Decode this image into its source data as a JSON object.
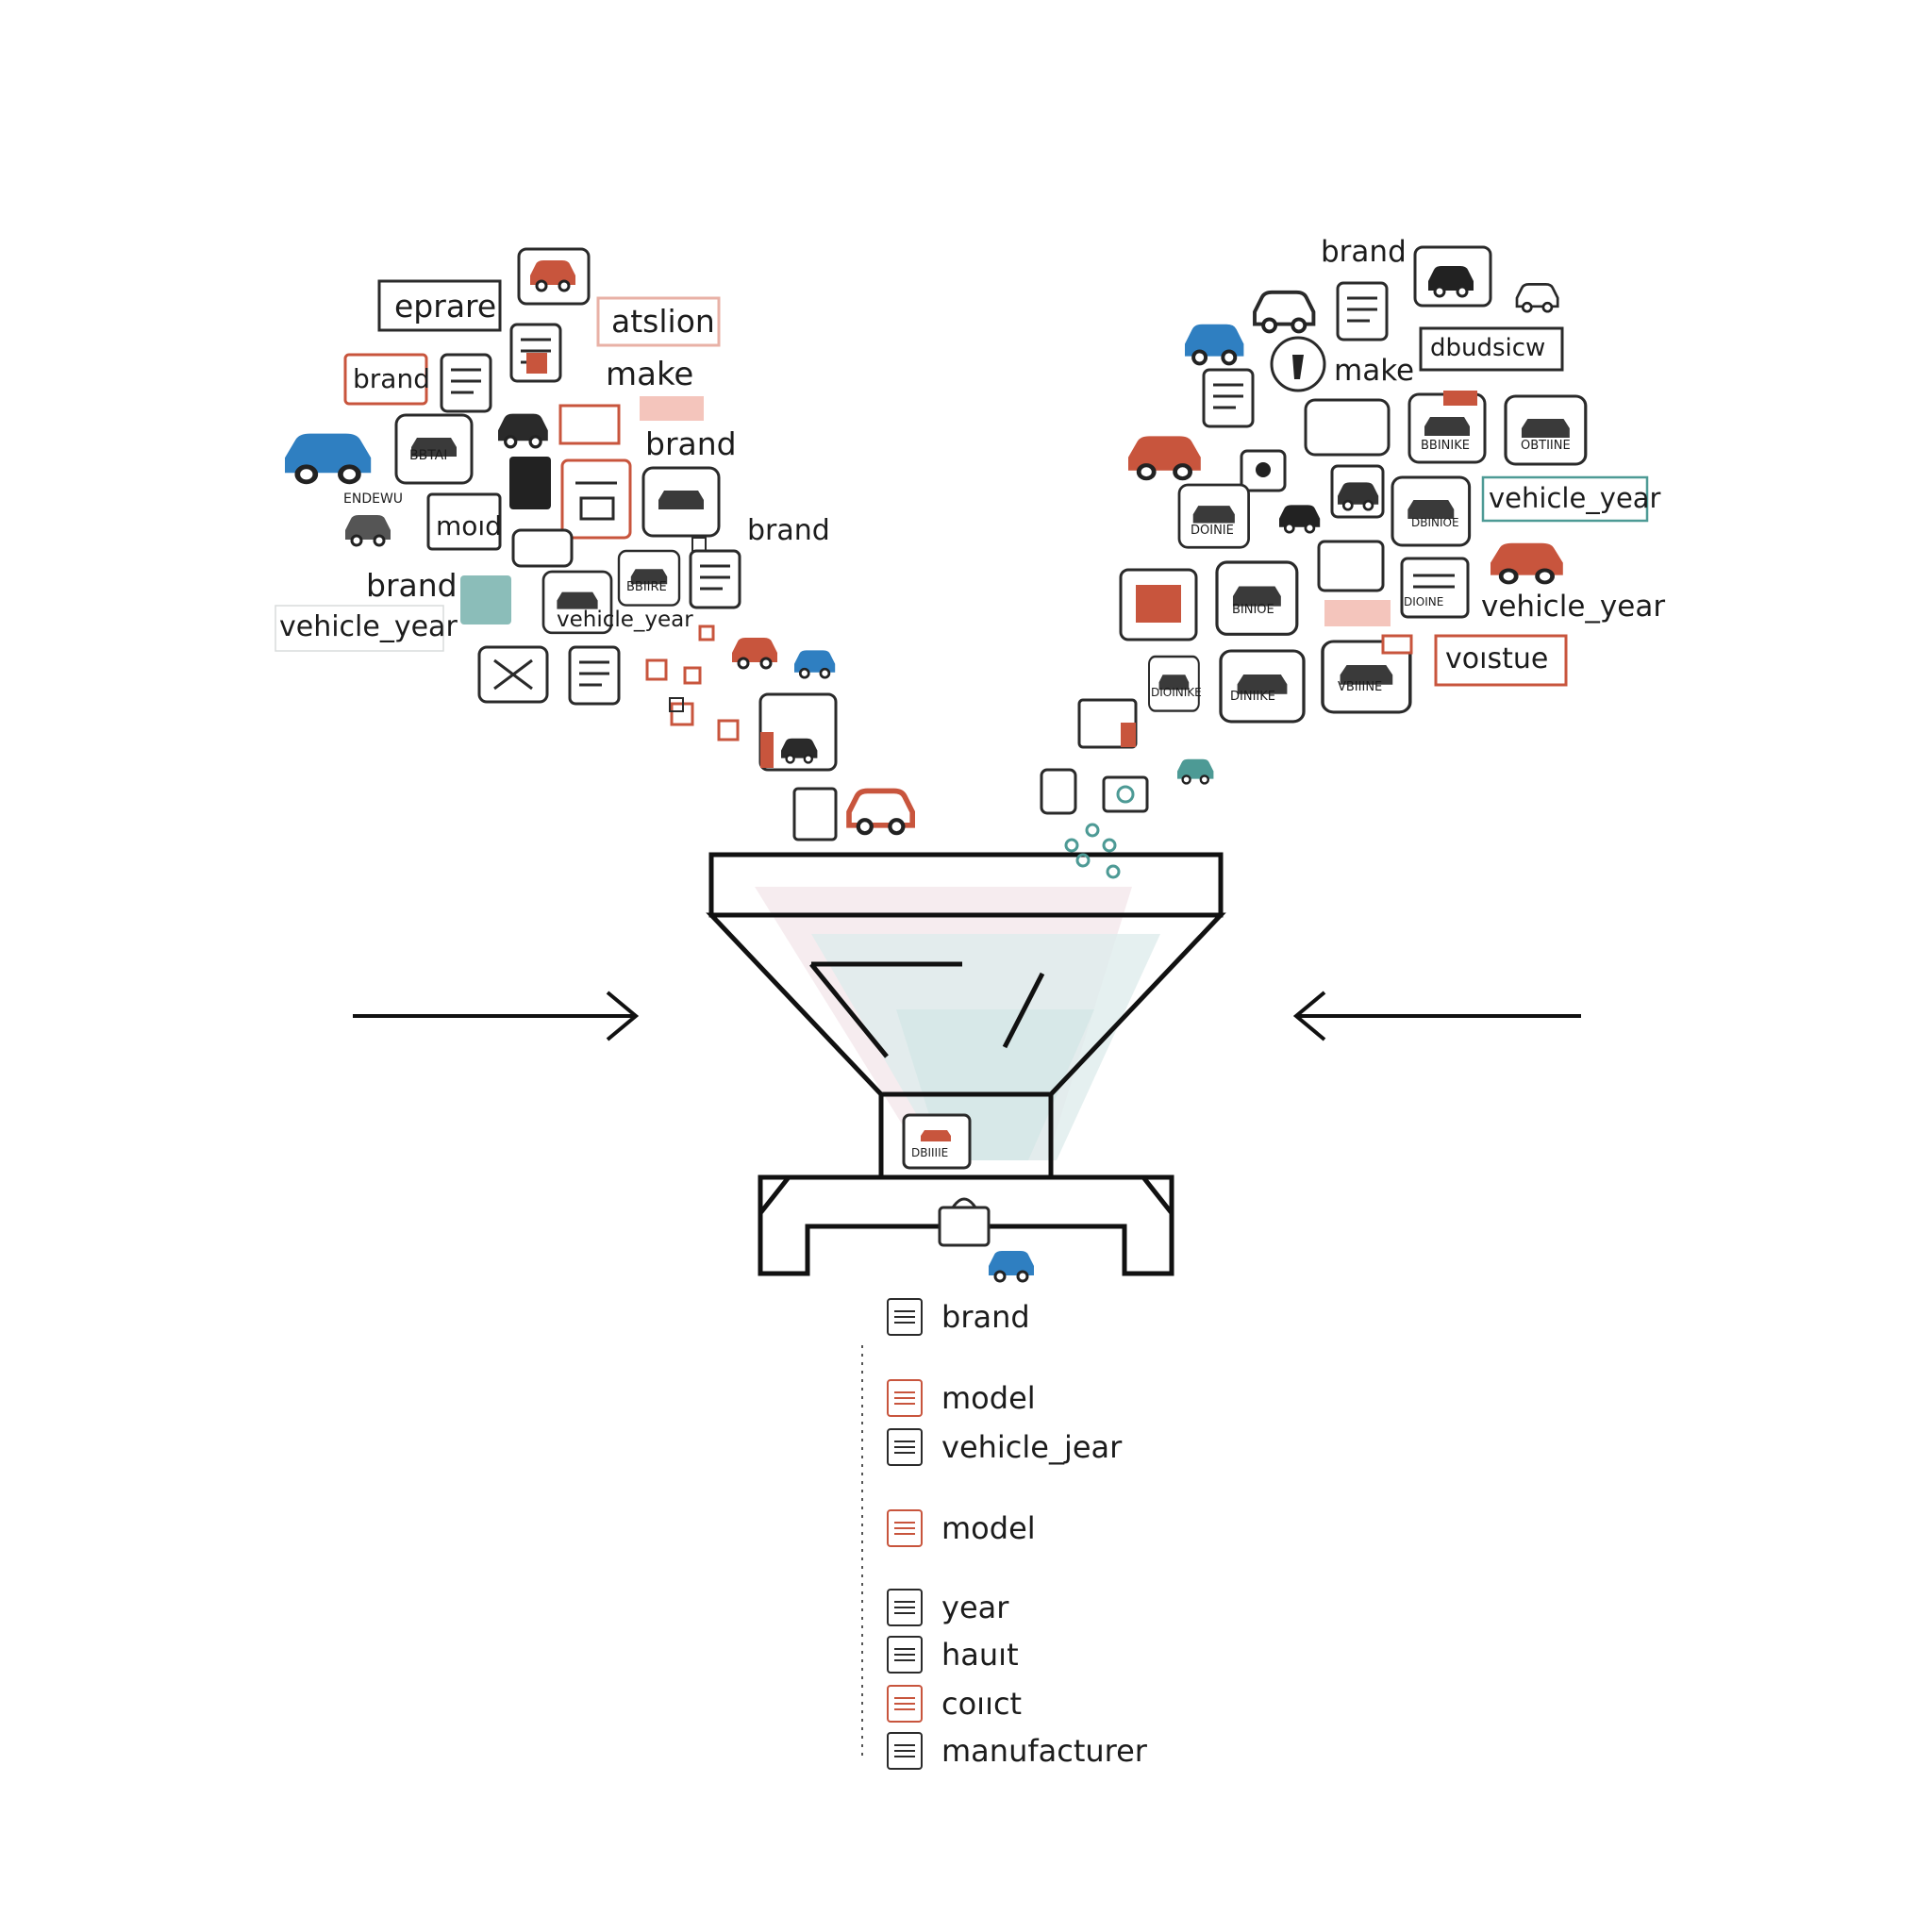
{
  "colors": {
    "ink": "#222222",
    "accent_red": "#c8553d",
    "accent_blue": "#2f7fc1",
    "accent_teal": "#4d9a95",
    "highlight_pink": "#f4c5bc"
  },
  "left_cloud": {
    "labels": [
      "eprare",
      "atslion",
      "brand",
      "make",
      "brand",
      "moıd",
      "brand",
      "brand",
      "vehicle_year",
      "vehicle_year"
    ],
    "icon_captions": [
      "BBTAI",
      "ENDEWU",
      "BBIIRE"
    ]
  },
  "right_cloud": {
    "labels": [
      "brand",
      "make",
      "dbudsicw",
      "vehicle_year",
      "vehicle_year",
      "voıstue"
    ],
    "icon_captions": [
      "BBINIKE",
      "OBTIINE",
      "DBINIOE",
      "DOINIE",
      "BINIOE",
      "DINIIKE",
      "DIOINIKE",
      "VBIIINE",
      "DIOINE"
    ]
  },
  "funnel": {
    "chute_caption": "DBIIIIE"
  },
  "arrows": {
    "left": "right-pointing-arrow",
    "right": "left-pointing-arrow"
  },
  "output": {
    "items": [
      {
        "label": "brand",
        "icon": "document-icon",
        "accent": "ink"
      },
      {
        "label": "model",
        "icon": "document-icon",
        "accent": "red"
      },
      {
        "label": "vehicle_jear",
        "icon": "document-icon",
        "accent": "ink"
      },
      {
        "label": "model",
        "icon": "document-icon",
        "accent": "red"
      },
      {
        "label": "year",
        "icon": "document-icon",
        "accent": "ink"
      },
      {
        "label": "hauıt",
        "icon": "document-icon",
        "accent": "ink"
      },
      {
        "label": "coııct",
        "icon": "document-icon",
        "accent": "red"
      },
      {
        "label": "manufacturer",
        "icon": "document-icon",
        "accent": "ink"
      }
    ]
  }
}
